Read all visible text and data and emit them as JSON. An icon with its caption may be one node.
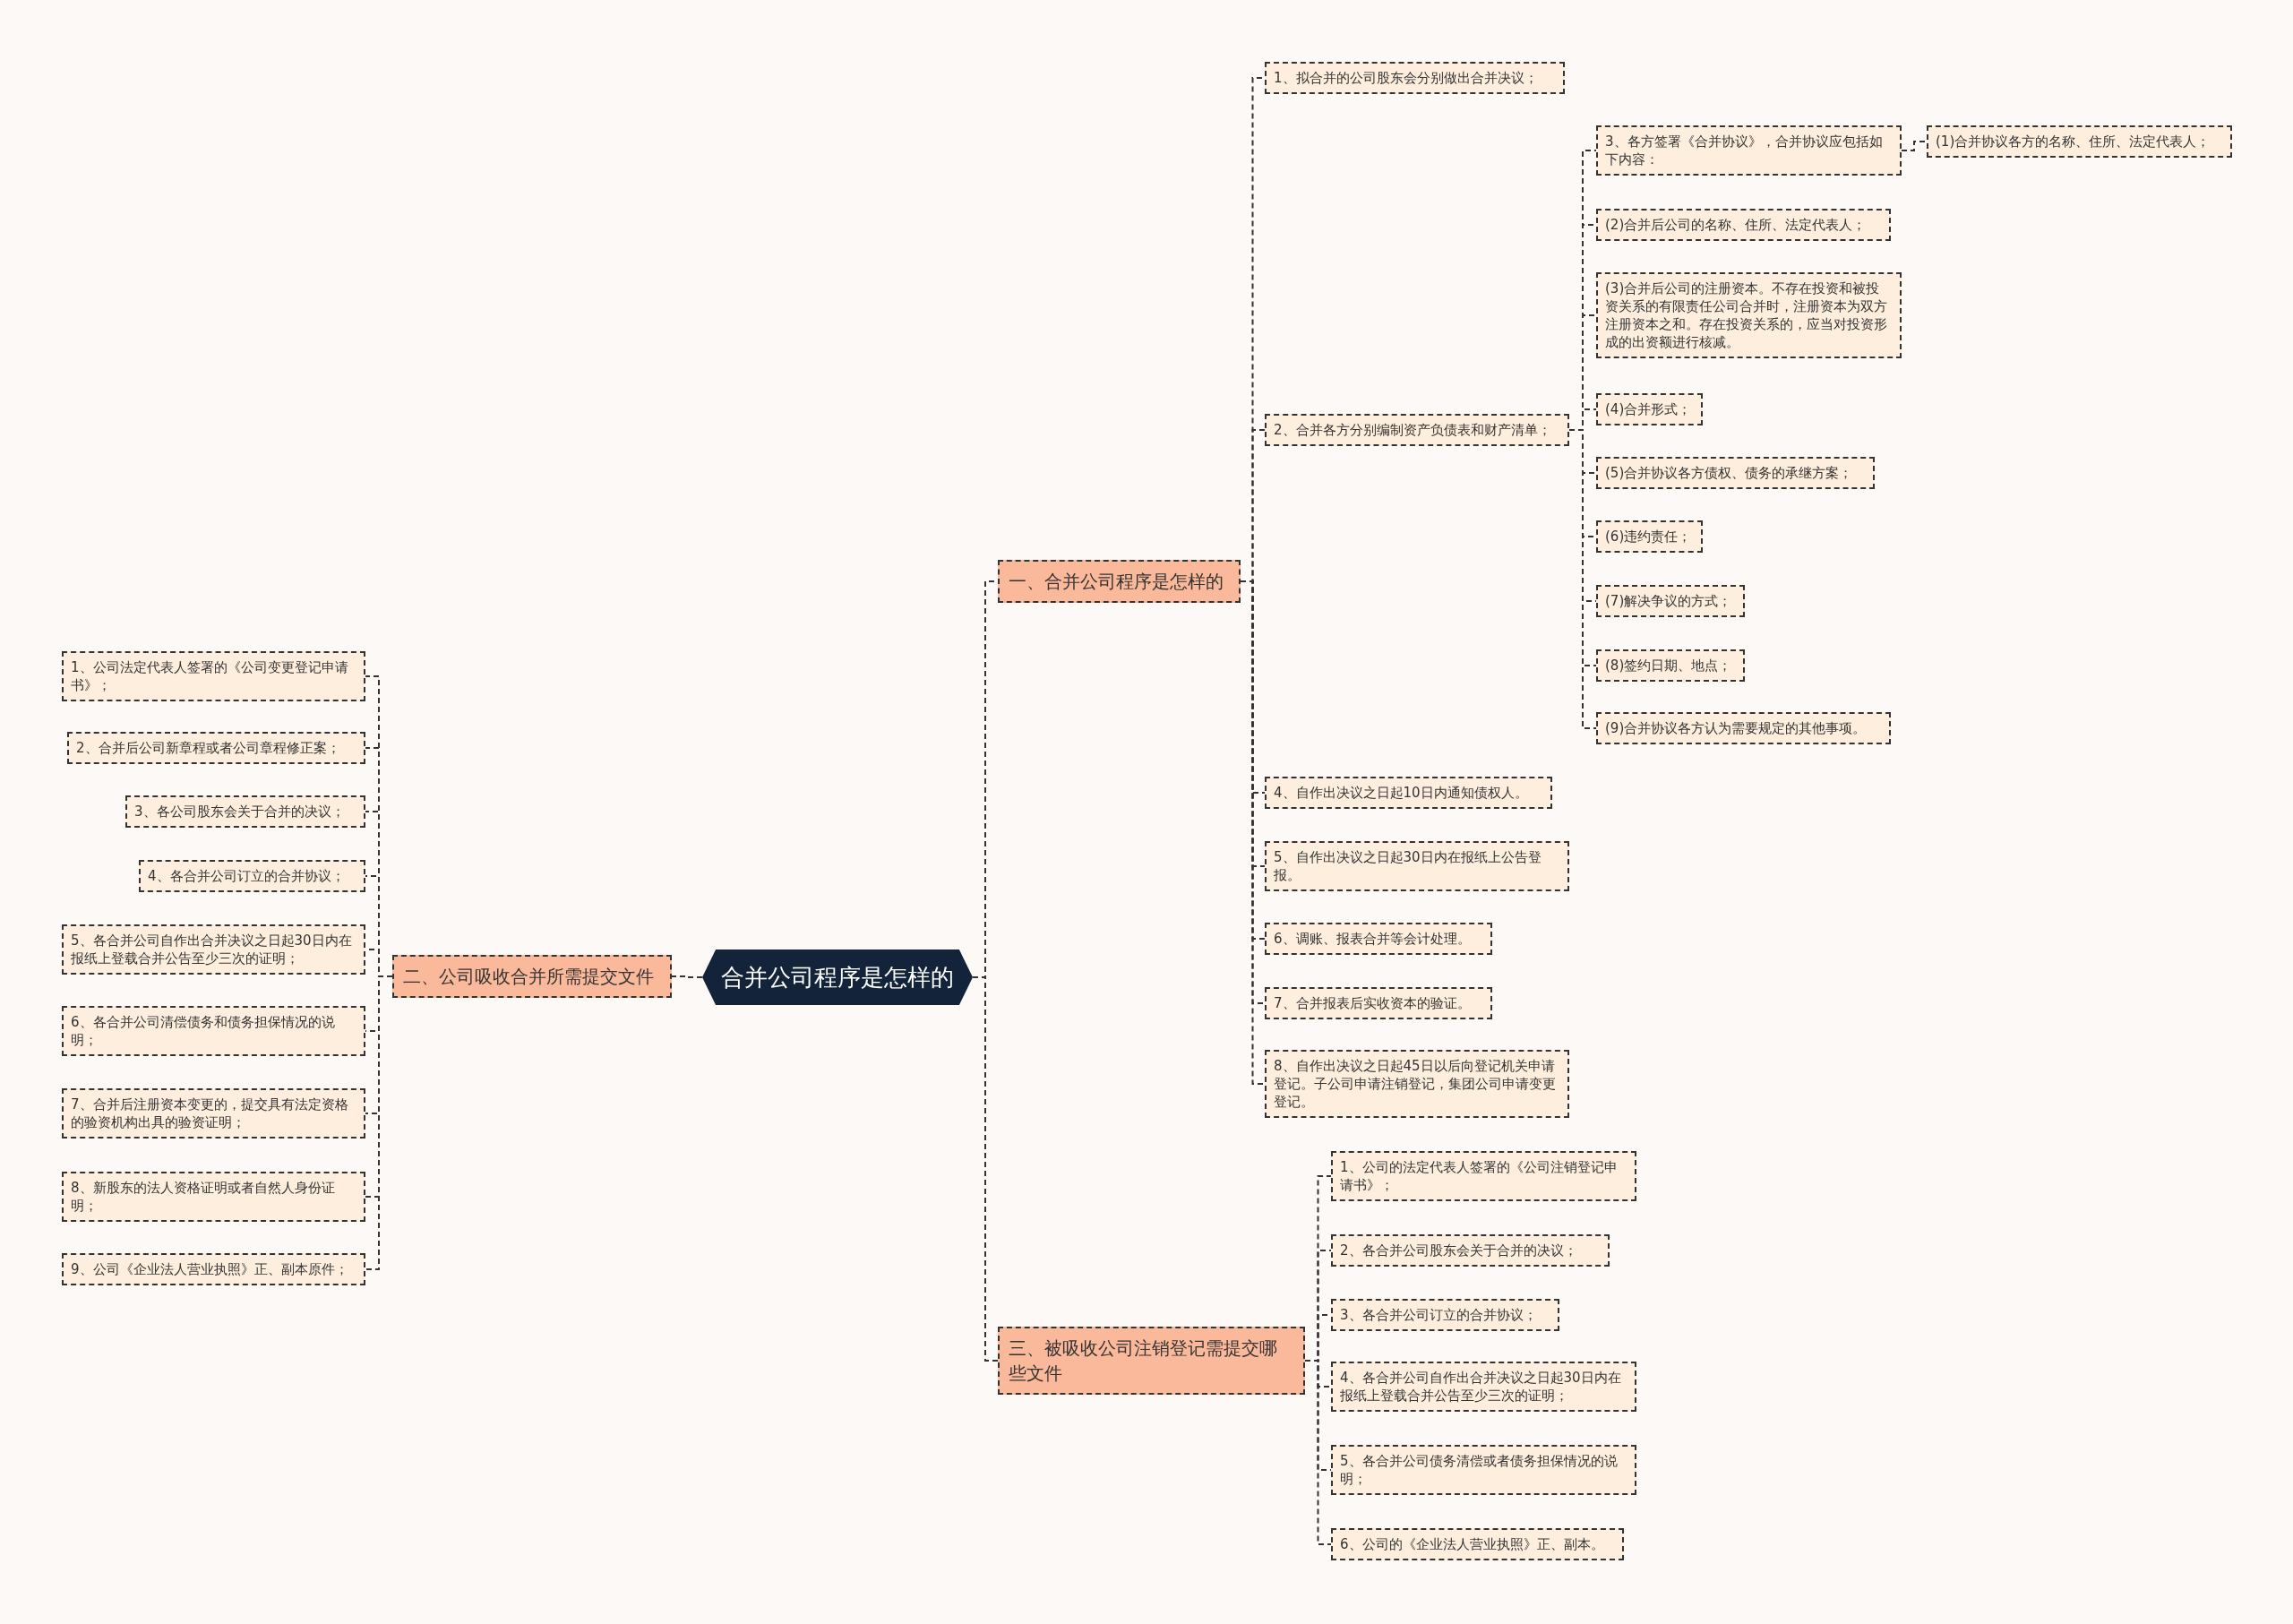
{
  "diagram": {
    "nodes": [
      {
        "text": [
          "合并公司程序是怎样的"
        ]
      },
      {
        "text": [
          "一、合并公司程序是怎样的"
        ]
      },
      {
        "text": [
          "1、拟合并的公司股东会分别做出合并决议；"
        ]
      },
      {
        "text": [
          "2、合并各方分别编制资产负债表和财产清单；"
        ]
      },
      {
        "text": [
          "3、各方签署《合并协议》，合并协议应包括如下内容："
        ]
      },
      {
        "text": [
          "(1)合并协议各方的名称、住所、法定代表人；"
        ]
      },
      {
        "text": [
          "(2)合并后公司的名称、住所、法定代表人；"
        ]
      },
      {
        "text": [
          "(3)合并后公司的注册资本。不存在投资和被投资关系的有限责任公司合并时，注册资本为双方注册资本之和。存在投资关系的，应当对投资形成的出资额进行核减。"
        ]
      },
      {
        "text": [
          "(4)合并形式；"
        ]
      },
      {
        "text": [
          "(5)合并协议各方债权、债务的承继方案；"
        ]
      },
      {
        "text": [
          "(6)违约责任；"
        ]
      },
      {
        "text": [
          "(7)解决争议的方式；"
        ]
      },
      {
        "text": [
          "(8)签约日期、地点；"
        ]
      },
      {
        "text": [
          "(9)合并协议各方认为需要规定的其他事项。"
        ]
      },
      {
        "text": [
          "4、自作出决议之日起10日内通知债权人。"
        ]
      },
      {
        "text": [
          "5、自作出决议之日起30日内在报纸上公告登报。"
        ]
      },
      {
        "text": [
          "6、调账、报表合并等会计处理。"
        ]
      },
      {
        "text": [
          "7、合并报表后实收资本的验证。"
        ]
      },
      {
        "text": [
          "8、自作出决议之日起45日以后向登记机关申请登记。子公司申请注销登记，集团公司申请变更登记。"
        ]
      },
      {
        "text": [
          "二、公司吸收合并所需提交文件"
        ]
      },
      {
        "text": [
          "1、公司法定代表人签署的《公司变更登记申请书》；"
        ]
      },
      {
        "text": [
          "2、合并后公司新章程或者公司章程修正案；"
        ]
      },
      {
        "text": [
          "3、各公司股东会关于合并的决议；"
        ]
      },
      {
        "text": [
          "4、各合并公司订立的合并协议；"
        ]
      },
      {
        "text": [
          "5、各合并公司自作出合并决议之日起30日内在报纸上登载合并公告至少三次的证明；"
        ]
      },
      {
        "text": [
          "6、各合并公司清偿债务和债务担保情况的说明；"
        ]
      },
      {
        "text": [
          "7、合并后注册资本变更的，提交具有法定资格的验资机构出具的验资证明；"
        ]
      },
      {
        "text": [
          "8、新股东的法人资格证明或者自然人身份证明；"
        ]
      },
      {
        "text": [
          "9、公司《企业法人营业执照》正、副本原件；"
        ]
      },
      {
        "text": [
          "三、被吸收公司注销登记需提交哪些文件"
        ]
      },
      {
        "text": [
          "1、公司的法定代表人签署的《公司注销登记申请书》；"
        ]
      },
      {
        "text": [
          "2、各合并公司股东会关于合并的决议；"
        ]
      },
      {
        "text": [
          "3、各合并公司订立的合并协议；"
        ]
      },
      {
        "text": [
          "4、各合并公司自作出合并决议之日起30日内在报纸上登载合并公告至少三次的证明；"
        ]
      },
      {
        "text": [
          "5、各合并公司债务清偿或者债务担保情况的说明；"
        ]
      },
      {
        "text": [
          "6、公司的《企业法人营业执照》正、副本。"
        ]
      }
    ],
    "edges": [
      {
        "from": 0,
        "to": 1,
        "arrow": "none"
      },
      {
        "from": 0,
        "to": 19,
        "arrow": "none"
      },
      {
        "from": 0,
        "to": 29,
        "arrow": "none"
      },
      {
        "from": 1,
        "to": 2,
        "arrow": "none"
      },
      {
        "from": 1,
        "to": 3,
        "arrow": "none"
      },
      {
        "from": 1,
        "to": 14,
        "arrow": "none"
      },
      {
        "from": 1,
        "to": 15,
        "arrow": "none"
      },
      {
        "from": 1,
        "to": 16,
        "arrow": "none"
      },
      {
        "from": 1,
        "to": 17,
        "arrow": "none"
      },
      {
        "from": 1,
        "to": 18,
        "arrow": "none"
      },
      {
        "from": 3,
        "to": 4,
        "arrow": "none"
      },
      {
        "from": 3,
        "to": 6,
        "arrow": "none"
      },
      {
        "from": 3,
        "to": 7,
        "arrow": "none"
      },
      {
        "from": 3,
        "to": 8,
        "arrow": "none"
      },
      {
        "from": 3,
        "to": 9,
        "arrow": "none"
      },
      {
        "from": 3,
        "to": 10,
        "arrow": "none"
      },
      {
        "from": 3,
        "to": 11,
        "arrow": "none"
      },
      {
        "from": 3,
        "to": 12,
        "arrow": "none"
      },
      {
        "from": 3,
        "to": 13,
        "arrow": "none"
      },
      {
        "from": 4,
        "to": 5,
        "arrow": "none"
      },
      {
        "from": 19,
        "to": 20,
        "arrow": "none"
      },
      {
        "from": 19,
        "to": 21,
        "arrow": "none"
      },
      {
        "from": 19,
        "to": 22,
        "arrow": "none"
      },
      {
        "from": 19,
        "to": 23,
        "arrow": "none"
      },
      {
        "from": 19,
        "to": 24,
        "arrow": "none"
      },
      {
        "from": 19,
        "to": 25,
        "arrow": "none"
      },
      {
        "from": 19,
        "to": 26,
        "arrow": "none"
      },
      {
        "from": 19,
        "to": 27,
        "arrow": "none"
      },
      {
        "from": 19,
        "to": 28,
        "arrow": "none"
      },
      {
        "from": 29,
        "to": 30,
        "arrow": "none"
      },
      {
        "from": 29,
        "to": 31,
        "arrow": "none"
      },
      {
        "from": 29,
        "to": 32,
        "arrow": "none"
      },
      {
        "from": 29,
        "to": 33,
        "arrow": "none"
      },
      {
        "from": 29,
        "to": 34,
        "arrow": "none"
      },
      {
        "from": 29,
        "to": 35,
        "arrow": "none"
      }
    ]
  }
}
